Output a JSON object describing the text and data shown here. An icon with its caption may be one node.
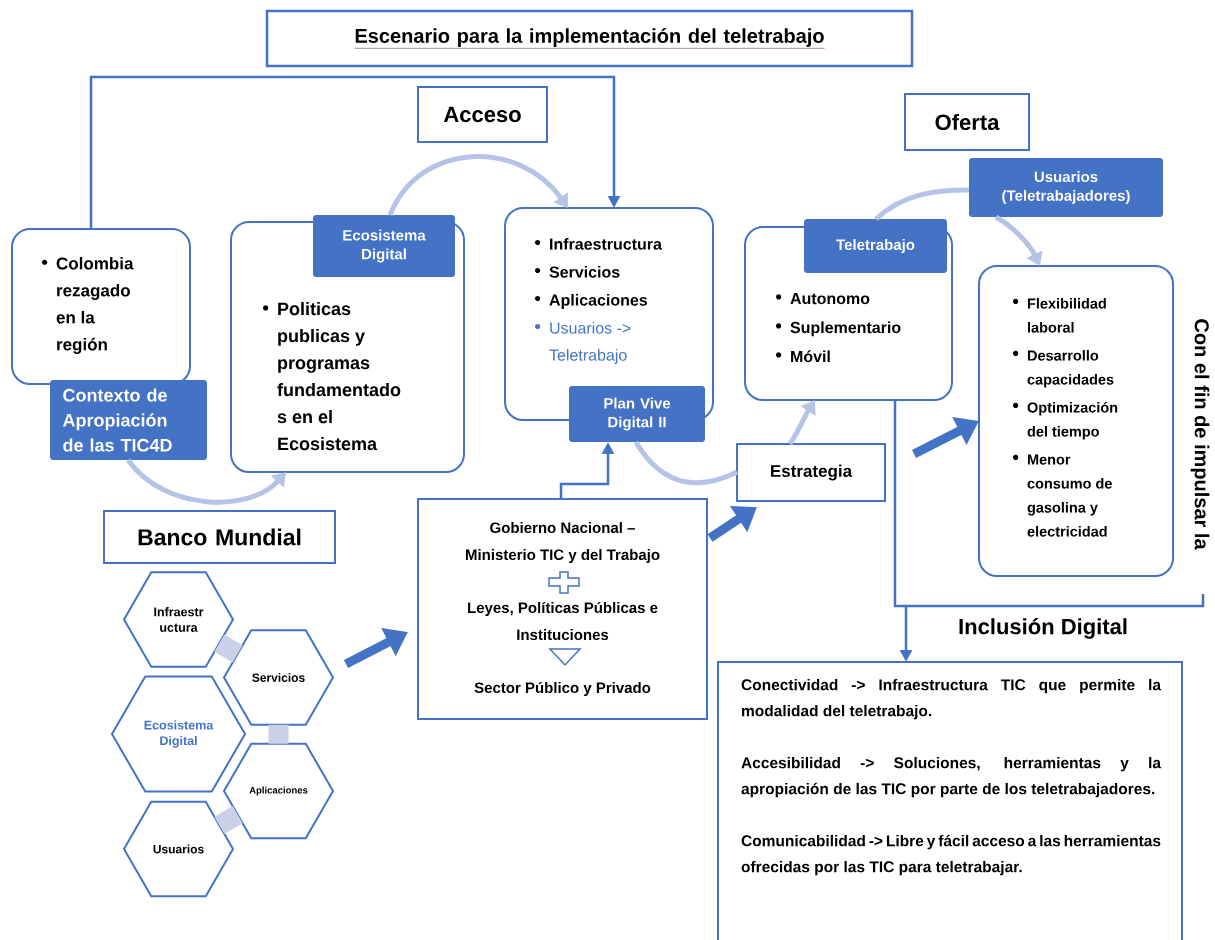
{
  "diagram": {
    "nodes": [
      {
        "text": [
          "Escenario para la implementación del teletrabajo"
        ]
      },
      {
        "text": [
          "Acceso"
        ]
      },
      {
        "text": [
          "Oferta"
        ]
      },
      {
        "text": [
          "Colombia rezagado en la región"
        ]
      },
      {
        "text": [
          "Contexto de Apropiación de las TIC4D"
        ]
      },
      {
        "text": [
          "Politicas publicas y programas fundamentado s en el Ecosistema"
        ]
      },
      {
        "text": [
          "Ecosistema Digital"
        ]
      },
      {
        "text": [
          "Infraestructura",
          "Servicios",
          "Aplicaciones",
          "Usuarios -> Teletrabajo"
        ]
      },
      {
        "text": [
          "Plan Vive Digital II"
        ]
      },
      {
        "text": [
          "Autonomo",
          "Suplementario",
          "Móvil"
        ]
      },
      {
        "text": [
          "Teletrabajo"
        ]
      },
      {
        "text": [
          "Usuarios (Teletrabajadores)"
        ]
      },
      {
        "text": [
          "Flexibilidad laboral",
          "Desarrollo capacidades",
          "Optimización del tiempo",
          "Menor consumo de gasolina y electricidad"
        ]
      },
      {
        "text": [
          "Estrategia"
        ]
      },
      {
        "text": [
          "Gobierno Nacional – Ministerio TIC y del Trabajo",
          "Leyes, Políticas Públicas e Instituciones",
          "Sector Público y Privado"
        ]
      },
      {
        "text": [
          "Banco Mundial"
        ]
      },
      {
        "text": [
          "Infraestr uctura"
        ]
      },
      {
        "text": [
          "Servicios"
        ]
      },
      {
        "text": [
          "Ecosistema Digital"
        ]
      },
      {
        "text": [
          "Aplicaciones"
        ]
      },
      {
        "text": [
          "Usuarios"
        ]
      },
      {
        "text": [
          "Inclusión Digital",
          "Conectividad -> Infraestructura TIC que permite la modalidad del teletrabajo.",
          "Accesibilidad -> Soluciones, herramientas y la apropiación de las TIC por parte de los teletrabajadores.",
          "Comunicabilidad -> Libre y fácil acceso a las herramientas ofrecidas por las TIC para teletrabajar."
        ]
      }
    ],
    "edges": [
      {
        "from": 3,
        "to": 7,
        "arrow": "to"
      },
      {
        "from": 4,
        "to": 5,
        "arrow": "to",
        "color": "#b4c3e6"
      },
      {
        "from": 6,
        "to": 7,
        "arrow": "to",
        "color": "#b4c3e6"
      },
      {
        "from": 14,
        "to": 8,
        "arrow": "to"
      },
      {
        "from": 8,
        "to": 13,
        "arrow": "none",
        "color": "#b4c3e6"
      },
      {
        "from": 13,
        "to": 9,
        "arrow": "to",
        "color": "#b4c3e6"
      },
      {
        "from": 10,
        "to": 11,
        "arrow": "none",
        "color": "#b4c3e6"
      },
      {
        "from": 11,
        "to": 12,
        "arrow": "to",
        "color": "#b4c3e6"
      },
      {
        "from": 17,
        "to": 14,
        "arrow": "to",
        "style": "thick"
      },
      {
        "from": 14,
        "to": 13,
        "arrow": "to",
        "style": "thick"
      },
      {
        "from": null,
        "to": 12,
        "arrow": "to",
        "style": "thick"
      },
      {
        "from": 9,
        "to": 21,
        "arrow": "to"
      },
      {
        "from": 16,
        "to": 17,
        "arrow": "none",
        "style": "thick",
        "color": "#c9d0e8"
      },
      {
        "from": 17,
        "to": 19,
        "arrow": "none",
        "style": "thick",
        "color": "#c9d0e8"
      },
      {
        "from": 19,
        "to": 20,
        "arrow": "none",
        "style": "thick",
        "color": "#c9d0e8"
      }
    ],
    "labels": [
      "Con el fin de impulsar la"
    ]
  }
}
